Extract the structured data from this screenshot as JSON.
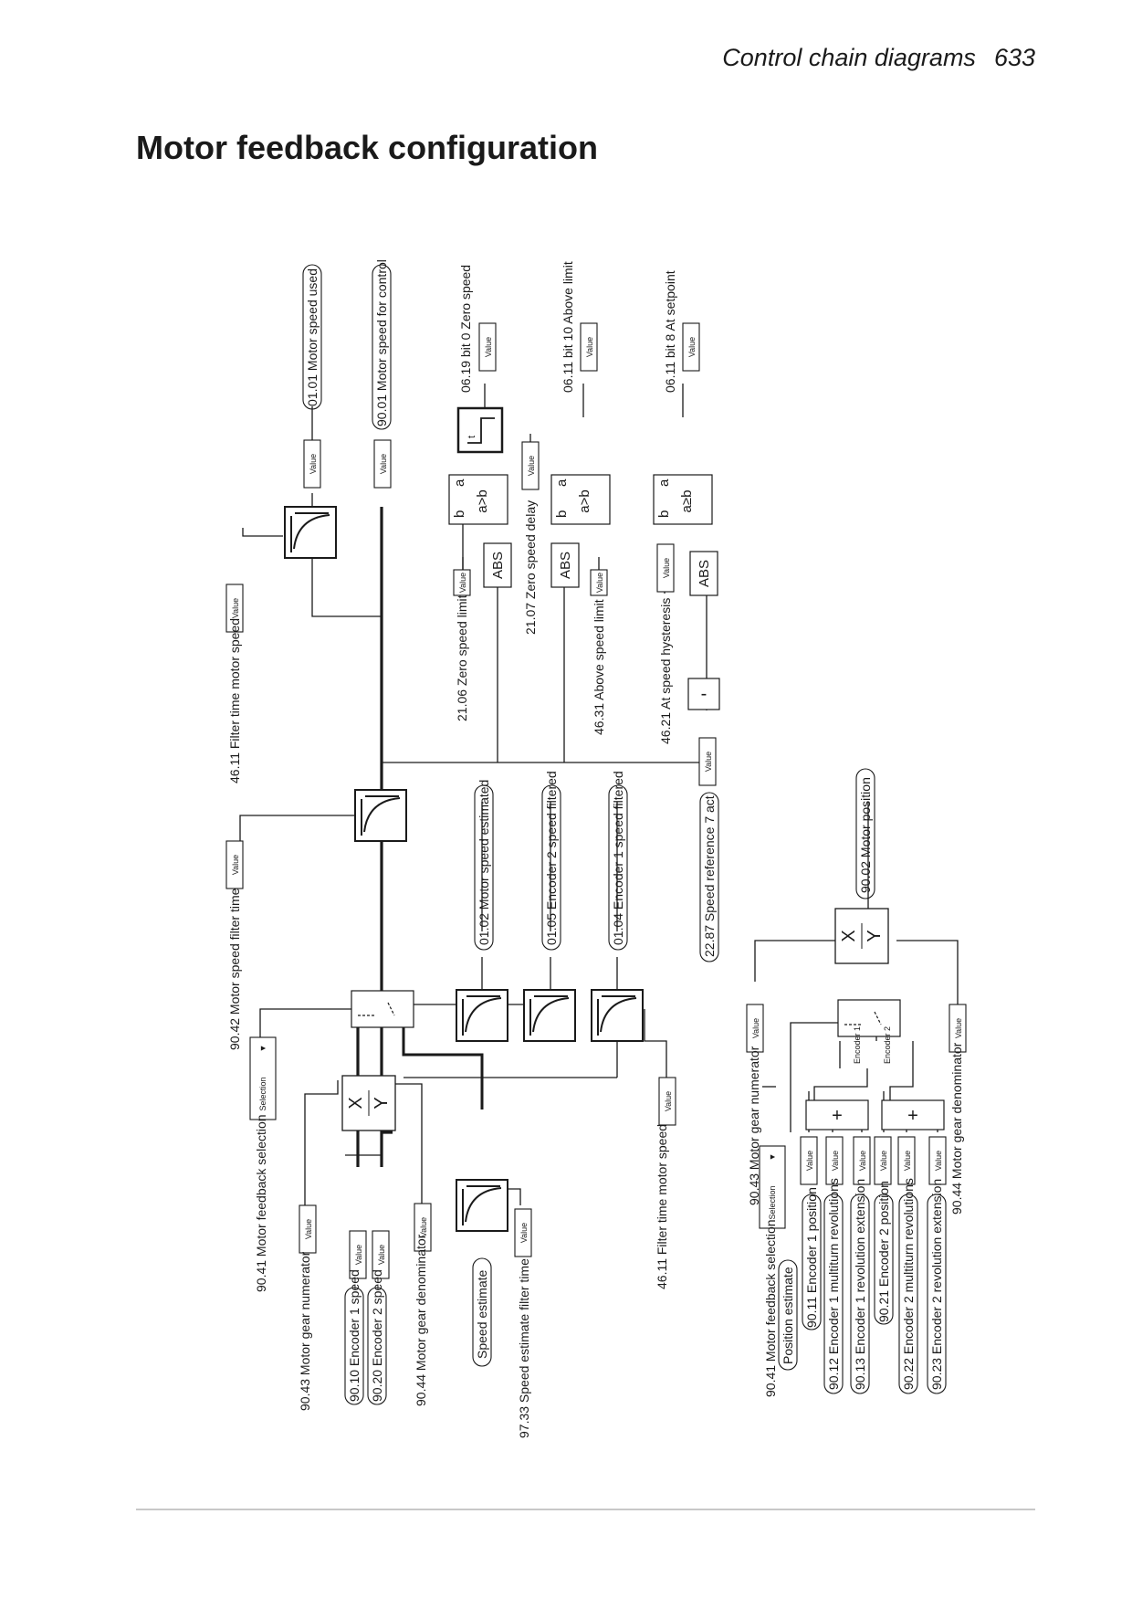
{
  "header": {
    "section": "Control chain diagrams",
    "page_number": "633"
  },
  "title": "Motor feedback configuration",
  "terms": {
    "value": "Value",
    "selection": "Selection",
    "sel_arrow": "▼",
    "abs": "ABS",
    "a": "a",
    "b": "b",
    "gt": "a>b",
    "ge": "a≥b",
    "x": "X",
    "y": "Y",
    "plus": "+",
    "minus": "-",
    "timer": "t",
    "timer_marks": "⋮⋮",
    "enc1": "Encoder 1",
    "enc2": "Encoder 2"
  },
  "labels": {
    "p0101": "01.01 Motor speed used",
    "p9001": "90.01 Motor speed for control",
    "p0619": "06.19 bit 0 Zero speed",
    "p0611b10": "06.11 bit 10 Above limit",
    "p0611b8": "06.11 bit 8 At setpoint",
    "p4611a": "46.11 Filter time motor speed",
    "p2106": "21.06 Zero speed limit",
    "p2107": "21.07 Zero speed delay",
    "p4631": "46.31 Above speed limit",
    "p4621": "46.21 At speed hysteresis",
    "p2287": "22.87 Speed reference 7 act",
    "p9042": "90.42 Motor speed filter time",
    "p0102": "01.02 Motor speed estimated",
    "p0105": "01.05 Encoder 2 speed filtered",
    "p0104": "01.04 Encoder 1 speed filtered",
    "p9041a": "90.41 Motor feedback selection",
    "p9043a": "90.43 Motor gear numerator",
    "p9010": "90.10 Encoder 1 speed",
    "p9020": "90.20 Encoder 2 speed",
    "p9044a": "90.44 Motor gear denominator",
    "speed_est": "Speed estimate",
    "p9733": "97.33 Speed estimate filter time",
    "p4611b": "46.11 Filter time motor speed",
    "p9002": "90.02 Motor position",
    "p9043b": "90.43 Motor gear numerator",
    "p9041b": "90.41 Motor feedback selection",
    "pos_est": "Position estimate",
    "p9011": "90.11 Encoder 1 position",
    "p9012": "90.12 Encoder 1 multiturn revolutions",
    "p9013": "90.13 Encoder 1 revolution extension",
    "p9021": "90.21 Encoder 2 position",
    "p9022": "90.22 Encoder 2 multiturn revolutions",
    "p9023": "90.23 Encoder 2 revolution extension",
    "p9044b": "90.44 Motor gear denominator"
  }
}
